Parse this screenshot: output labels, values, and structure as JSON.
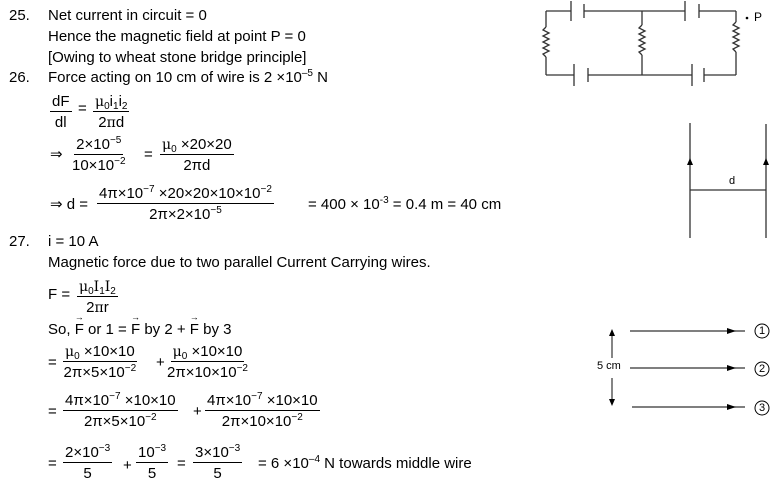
{
  "q25": {
    "number": "25.",
    "line1": "Net current in circuit = 0",
    "line2": "Hence the magnetic field at point P = 0",
    "line3": "[Owing to wheat stone bridge principle]"
  },
  "q26": {
    "number": "26.",
    "line1_pre": "Force acting on 10 cm of wire is 2 ×10",
    "line1_exp": "–5",
    "line1_post": " N",
    "eq1": {
      "lhs_num": "dF",
      "lhs_den": "dl",
      "eq": "=",
      "rhs_num_mu": "μ",
      "rhs_num_rest": "i",
      "rhs_den": "2πd"
    },
    "eq2": {
      "arrow": "⇒",
      "lhs_num": "2×10",
      "lhs_num_exp": "−5",
      "lhs_den": "10×10",
      "lhs_den_exp": "−2",
      "eq": "=",
      "rhs_num": "×20×20",
      "rhs_den": "2πd"
    },
    "eq3": {
      "lhs": "⇒ d =",
      "num_pre": "4π×10",
      "num_exp1": "−7",
      "num_mid": " ×20×20×10×10",
      "num_exp2": "−2",
      "den_pre": "2π×2×10",
      "den_exp": "−5",
      "result_pre": "= 400 × 10",
      "result_exp": "-3",
      "result_post": " = 0.4 m = 40 cm"
    }
  },
  "q27": {
    "number": "27.",
    "line1": "i = 10 A",
    "line2": "Magnetic force due to two parallel Current Carrying wires.",
    "formula": {
      "lhs": "F =",
      "num": "μ₀I₁I₂",
      "den": "2πr"
    },
    "vector_line": {
      "so": "So,",
      "f": "F",
      "or1": " or 1 = ",
      "by2": "by 2 + ",
      "by3": " by 3"
    },
    "step1": {
      "eq": "=",
      "t1_num": "μ₀ ×10×10",
      "t1_den_pre": "2π×5×10",
      "t1_den_exp": "−2",
      "plus": "+",
      "t2_num": "μ₀ ×10×10",
      "t2_den_pre": "2π×10×10",
      "t2_den_exp": "−2"
    },
    "step2": {
      "eq": "=",
      "t1_num_pre": "4π×10",
      "t1_num_exp": "−7",
      "t1_num_post": " ×10×10",
      "t1_den_pre": "2π×5×10",
      "t1_den_exp": "−2",
      "plus": "+",
      "t2_num_pre": "4π×10",
      "t2_num_exp": "−7",
      "t2_num_post": " ×10×10",
      "t2_den_pre": "2π×10×10",
      "t2_den_exp": "−2"
    },
    "step3": {
      "eq": "=",
      "t1_num_pre": "2×10",
      "t1_num_exp": "−3",
      "t1_den": "5",
      "plus": "+",
      "t2_num_pre": "10",
      "t2_num_exp": "−3",
      "t2_den": "5",
      "eq2": "=",
      "t3_num_pre": "3×10",
      "t3_num_exp": "−3",
      "t3_den": "5",
      "result_pre": "= 6 ×10",
      "result_exp": "–4",
      "result_post": " N   towards middle wire"
    }
  },
  "diagrams": {
    "circuit": {
      "point_label": "P"
    },
    "parallel_wires": {
      "distance_label": "d"
    },
    "three_wires": {
      "spacing_label": "5 cm",
      "labels": [
        "1",
        "2",
        "3"
      ]
    }
  }
}
